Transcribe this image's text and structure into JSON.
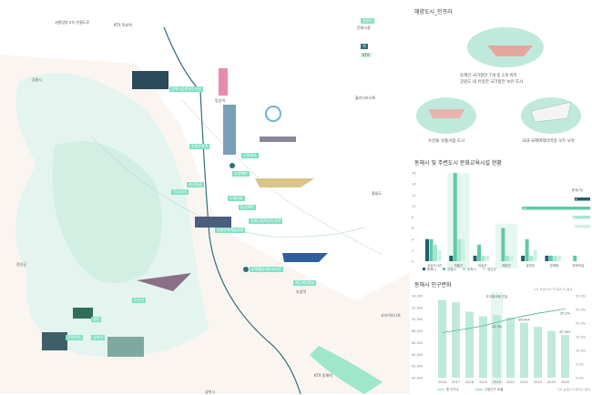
{
  "map": {
    "labels": {
      "gangneung": "강릉시",
      "jeongseon": "정선군",
      "samcheok": "삼척시",
      "ulleung": "울릉도",
      "dokdo": "독도",
      "far": "블라디보스톡",
      "east": "사카이미나토",
      "mangsang": "망상역",
      "donghae": "동해역",
      "chuam": "추암역",
      "ktx_top": "KTX 묵호역",
      "ktx_bottom": "KTX 동해역",
      "highway": "서울양양고속 연결도로"
    },
    "legend": {
      "title": "문화시설",
      "items": [
        "관광지",
        "문화시설",
        "역",
        "KTX"
      ]
    },
    "tags": [
      "동해시립발한도서관",
      "동해문화원",
      "무릉계곡",
      "추암해변",
      "천곡동굴",
      "묵호등대",
      "도째비골",
      "망상해변",
      "동해문화예술회관",
      "동해시립북삼도서관",
      "동해웰빙레포츠타운",
      "해군제1함대",
      "두타산",
      "쌍용",
      "무릉반석",
      "삼화사"
    ]
  },
  "intro": {
    "title": "해양도시_인프라",
    "main_caption": [
      "동해안 국가항만 7개 중 2개 위치",
      "강원도 내 유일한 국가항만 보유 도시"
    ],
    "left_caption": "수산물 유통거점 도시",
    "right_caption": "국내·국제여객터미널 모두 보유"
  },
  "chart_data": [
    {
      "type": "bar",
      "title": "동해시 및 주변도시 문화교육시설 현황",
      "categories": [
        "공공도서관",
        "박물관",
        "미술관",
        "체험관",
        "공연장",
        "문화원",
        "문화의집"
      ],
      "series": [
        {
          "name": "동해시",
          "color": "#1f5f6e",
          "values": [
            4,
            1,
            1,
            0,
            1,
            1,
            0
          ]
        },
        {
          "name": "강릉시",
          "color": "#5fc9a8",
          "values": [
            4,
            16,
            3,
            6,
            4,
            1,
            1
          ]
        },
        {
          "name": "삼척시",
          "color": "#a5e6cf",
          "values": [
            3,
            4,
            1,
            1,
            1,
            1,
            0
          ]
        },
        {
          "name": "정선군",
          "color": "#cdf0e3",
          "values": [
            2,
            4,
            1,
            1,
            2,
            1,
            0
          ]
        }
      ],
      "ylim": [
        0,
        16
      ],
      "yticks": [
        0,
        2,
        4,
        6,
        8,
        10,
        12,
        14,
        16
      ],
      "highlight": [
        "박물관",
        "체험관"
      ],
      "totals_label": "총계(개)",
      "totals": [
        8,
        35,
        9,
        8
      ]
    },
    {
      "type": "bar",
      "title": "동해시 인구변화",
      "categories": [
        "2016",
        "2017",
        "2018",
        "2019",
        "2020",
        "2021",
        "2022",
        "2023",
        "2024",
        "2025"
      ],
      "series": [
        {
          "name": "총 인구수",
          "values": [
            93300,
            92900,
            91300,
            90500,
            90700,
            90300,
            89424,
            88700,
            88000,
            87305
          ]
        },
        {
          "name": "고령인구 비율",
          "values": [
            16.5,
            17.3,
            18.1,
            19.0,
            20.3,
            21.5,
            22.6,
            23.6,
            24.4,
            25.2
          ]
        }
      ],
      "ylim": [
        80000,
        94000
      ],
      "yticks": [
        "80,000",
        "82,000",
        "84,000",
        "86,000",
        "88,000",
        "90,000",
        "92,000",
        "94,000"
      ],
      "y2ticks": [
        "0.0%",
        "5.0%",
        "10.0%",
        "15.0%",
        "20.0%",
        "25.0%",
        "30.0%"
      ],
      "y2lim": [
        0,
        30
      ],
      "annotation": "초고령사회 진입",
      "labels": {
        "pop2022": "89,424",
        "pop2025": "87,305",
        "r2020": "20.3%",
        "r2025": "25.2%"
      },
      "note": "출처: 통계청 주민등록인구통계",
      "ratio_note": "출처: 행정안전부 주민등록 인구통계"
    }
  ]
}
